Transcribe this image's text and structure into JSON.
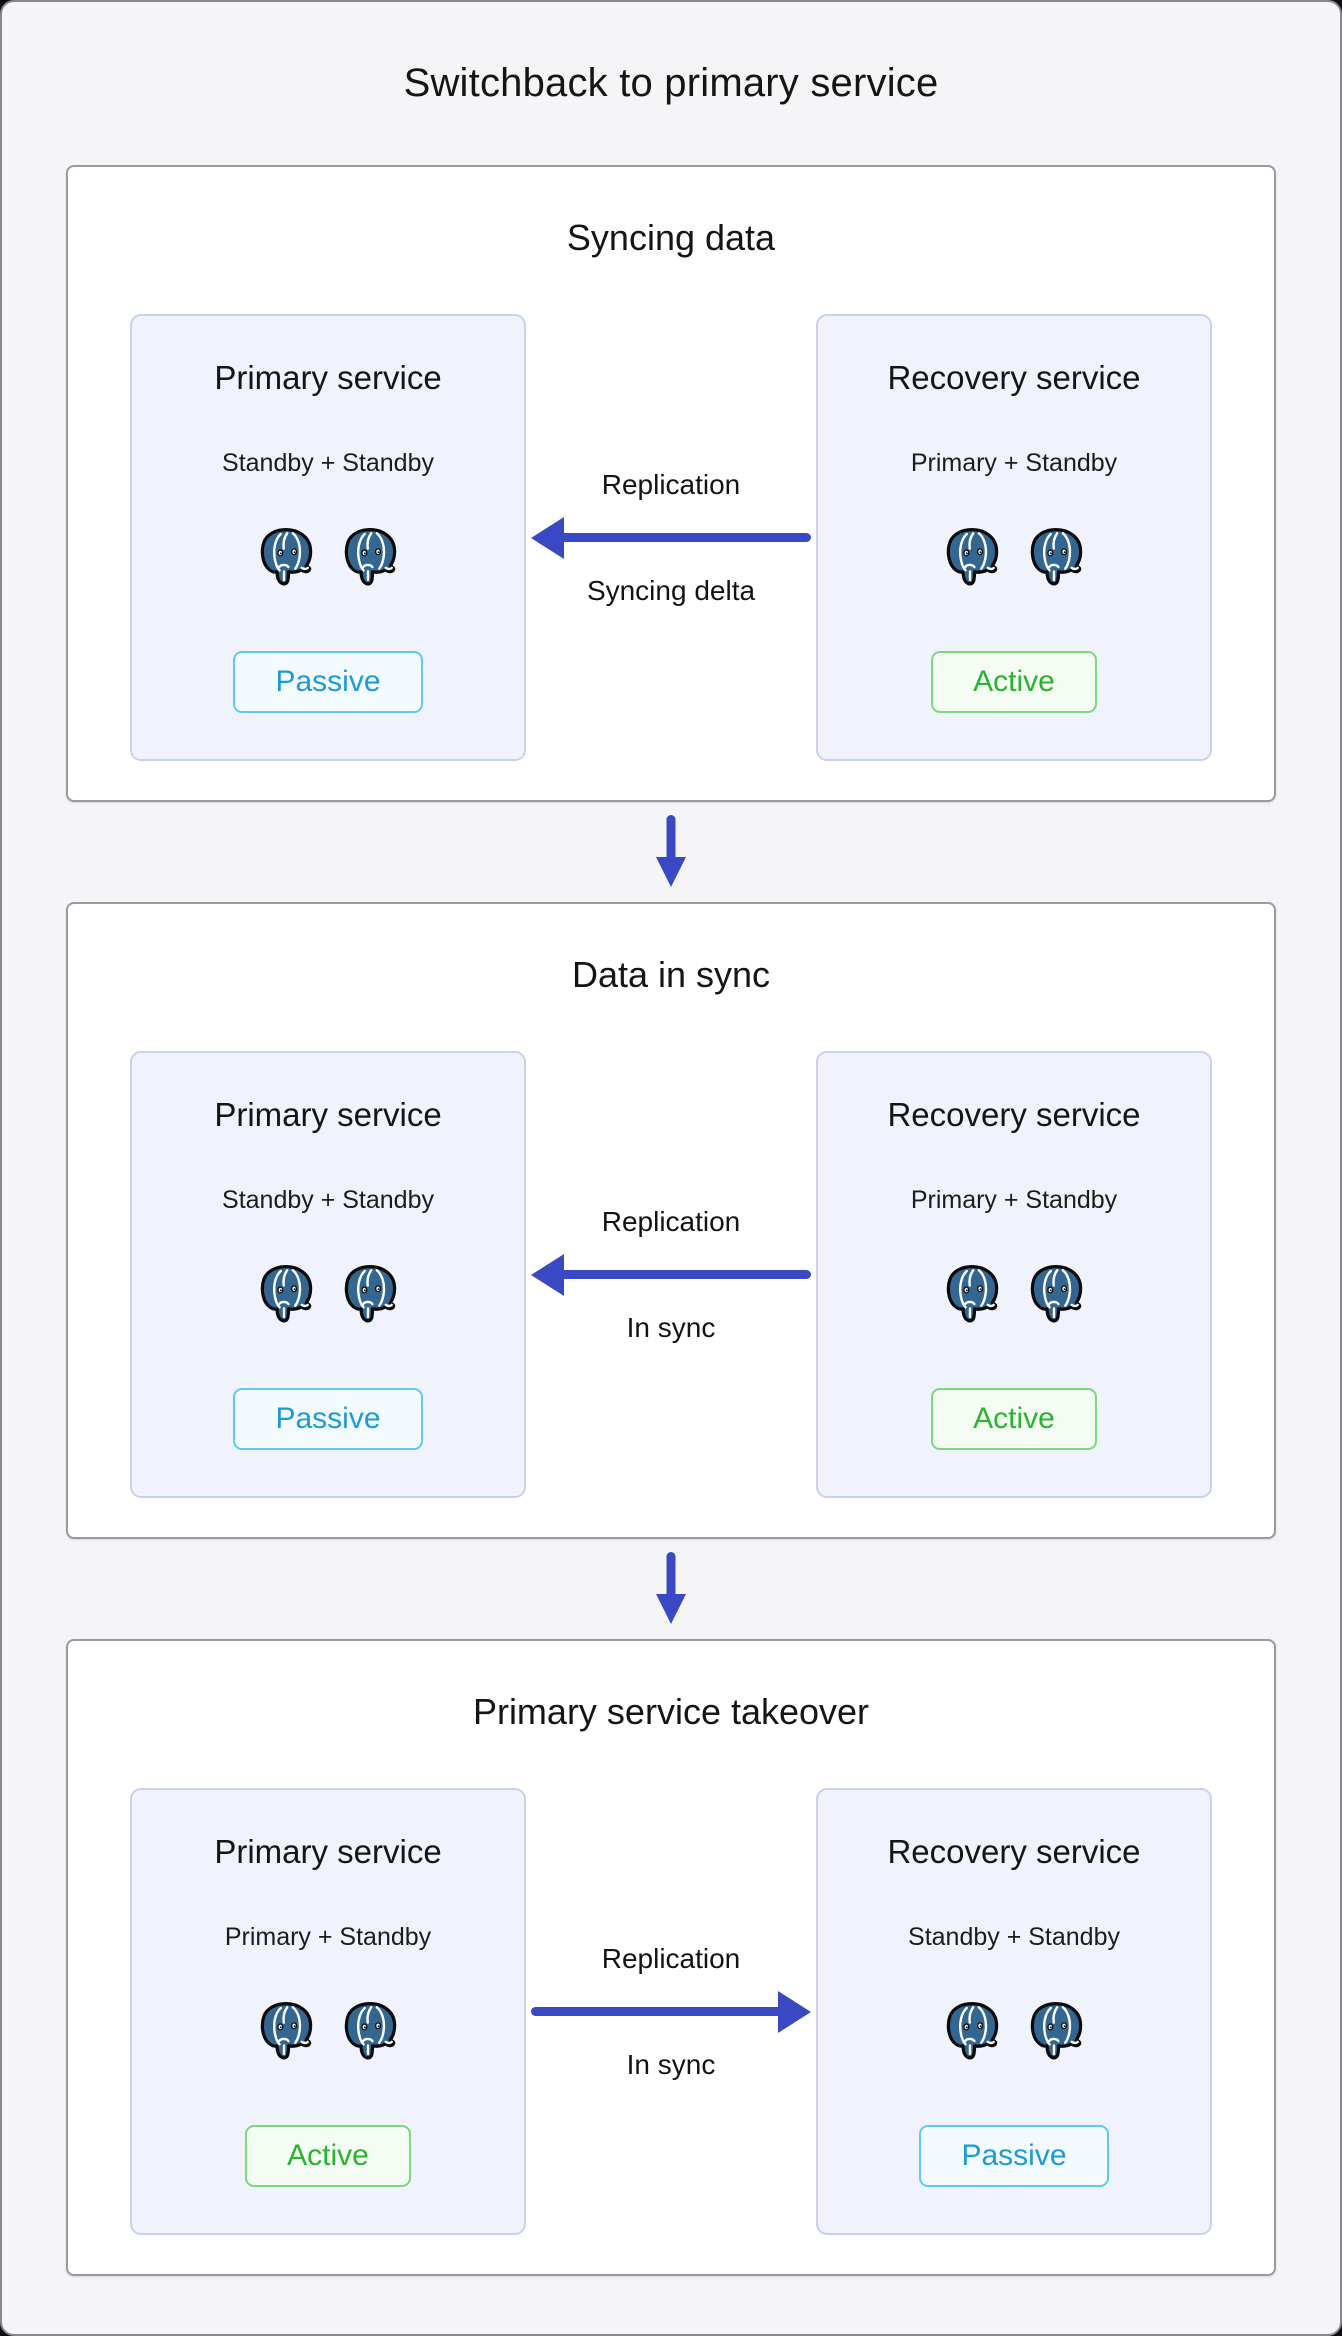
{
  "page": {
    "title": "Switchback to primary service"
  },
  "palette": {
    "arrow": "#3A49C3",
    "postgres_blue": "#336791",
    "active_text": "#28B42E",
    "active_border": "#7BD87B",
    "passive_text": "#1E9AD6",
    "passive_border": "#5FC9F3",
    "card_bg": "#F0F3FC",
    "page_bg": "#F5F5F8"
  },
  "icons": {
    "database": "postgresql-elephant-icon",
    "flow_left": "replication-arrow-left-icon",
    "flow_right": "replication-arrow-right-icon",
    "stage_connector": "flow-down-arrow-icon"
  },
  "stages": [
    {
      "title": "Syncing data",
      "left_card": {
        "title": "Primary service",
        "subtitle": "Standby + Standby",
        "badge": "Passive",
        "badge_type": "passive"
      },
      "right_card": {
        "title": "Recovery service",
        "subtitle": "Primary + Standby",
        "badge": "Active",
        "badge_type": "active"
      },
      "flow": {
        "label_top": "Replication",
        "label_bottom": "Syncing delta",
        "direction": "left"
      }
    },
    {
      "title": "Data in sync",
      "left_card": {
        "title": "Primary service",
        "subtitle": "Standby + Standby",
        "badge": "Passive",
        "badge_type": "passive"
      },
      "right_card": {
        "title": "Recovery service",
        "subtitle": "Primary + Standby",
        "badge": "Active",
        "badge_type": "active"
      },
      "flow": {
        "label_top": "Replication",
        "label_bottom": "In sync",
        "direction": "left"
      }
    },
    {
      "title": "Primary service takeover",
      "left_card": {
        "title": "Primary service",
        "subtitle": "Primary + Standby",
        "badge": "Active",
        "badge_type": "active"
      },
      "right_card": {
        "title": "Recovery service",
        "subtitle": "Standby + Standby",
        "badge": "Passive",
        "badge_type": "passive"
      },
      "flow": {
        "label_top": "Replication",
        "label_bottom": "In sync",
        "direction": "right"
      }
    }
  ]
}
